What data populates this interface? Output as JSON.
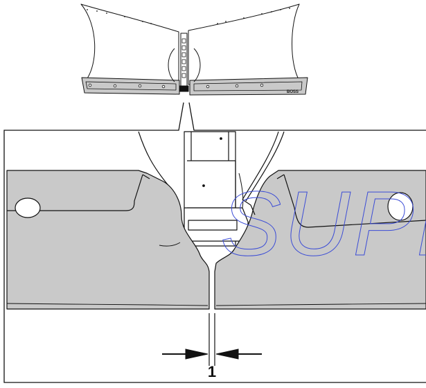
{
  "diagram": {
    "callout_number": "1",
    "badge_text": "BOSS",
    "watermark_text": "SUPER",
    "colors": {
      "blade_fill": "#c9c9c9",
      "line": "#111111",
      "watermark": "#3a4bd6",
      "background": "#ffffff"
    }
  }
}
